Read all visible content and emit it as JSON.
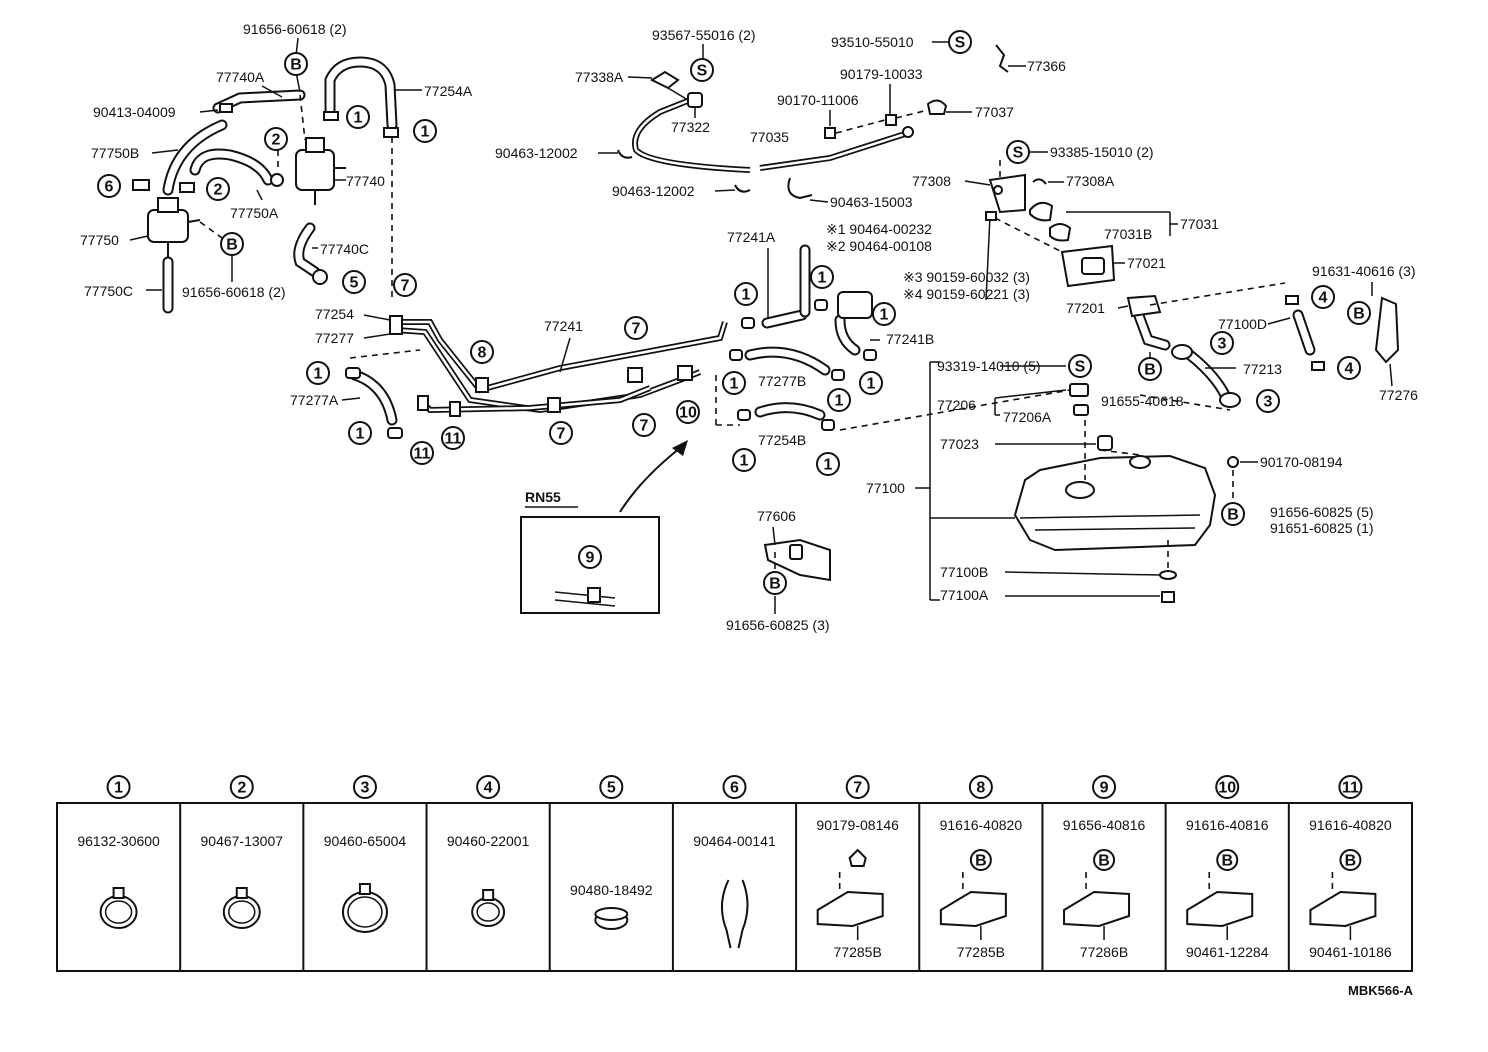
{
  "labels": {
    "l01": "91656-60618 (2)",
    "l02": "77740A",
    "l03": "77254A",
    "l04": "90413-04009",
    "l05": "77750B",
    "l06": "77740",
    "l07": "77750A",
    "l08": "77750",
    "l09": "77740C",
    "l10": "77750C",
    "l11": "91656-60618 (2)",
    "l12": "93567-55016 (2)",
    "l13": "77338A",
    "l14": "77322",
    "l15": "90463-12002",
    "l16": "90463-12002",
    "l17": "77035",
    "l18": "90463-15003",
    "l19": "90170-11006",
    "l20": "90179-10033",
    "l21": "77037",
    "l22": "93510-55010",
    "l23": "77366",
    "l24": "93385-15010 (2)",
    "l25": "77308",
    "l26": "77308A",
    "l27": "77031",
    "l28": "77031B",
    "l29": "77021",
    "l30": "77241A",
    "l31": "※1  90464-00232",
    "l32": "※2  90464-00108",
    "l33": "※3  90159-60032 (3)",
    "l34": "※4  90159-60221 (3)",
    "l35": "77201",
    "l36": "91631-40616 (3)",
    "l37": "77100D",
    "l38": "77213",
    "l39": "77276",
    "l40": "91655-40618",
    "l41": "93319-14010 (5)",
    "l42": "77206",
    "l43": "77206A",
    "l44": "77023",
    "l45": "77100",
    "l46": "90170-08194",
    "l47": "91656-60825 (5)",
    "l48": "91651-60825 (1)",
    "l49": "77100B",
    "l50": "77100A",
    "l51": "77254",
    "l52": "77277",
    "l53": "77241",
    "l54": "77241B",
    "l55": "77277B",
    "l56": "77277A",
    "l57": "77254B",
    "l58": "77606",
    "l59": "91656-60825 (3)",
    "l60": "RN55"
  },
  "legend": [
    {
      "num": "1",
      "part": "96132-30600",
      "sub1": "",
      "sub2": ""
    },
    {
      "num": "2",
      "part": "90467-13007",
      "sub1": "",
      "sub2": ""
    },
    {
      "num": "3",
      "part": "90460-65004",
      "sub1": "",
      "sub2": ""
    },
    {
      "num": "4",
      "part": "90460-22001",
      "sub1": "",
      "sub2": ""
    },
    {
      "num": "5",
      "part": "90480-18492",
      "sub1": "",
      "sub2": ""
    },
    {
      "num": "6",
      "part": "90464-00141",
      "sub1": "",
      "sub2": ""
    },
    {
      "num": "7",
      "part": "90179-08146",
      "sub1": "",
      "sub2": "77285B"
    },
    {
      "num": "8",
      "part": "91616-40820",
      "sub1": "B",
      "sub2": "77285B"
    },
    {
      "num": "9",
      "part": "91656-40816",
      "sub1": "B",
      "sub2": "77286B"
    },
    {
      "num": "10",
      "part": "91616-40816",
      "sub1": "B",
      "sub2": "90461-12284"
    },
    {
      "num": "11",
      "part": "91616-40820",
      "sub1": "B",
      "sub2": "90461-10186"
    }
  ],
  "callout_letters": {
    "bolt": "B",
    "screw": "S"
  },
  "footer_code": "MBK566-A"
}
